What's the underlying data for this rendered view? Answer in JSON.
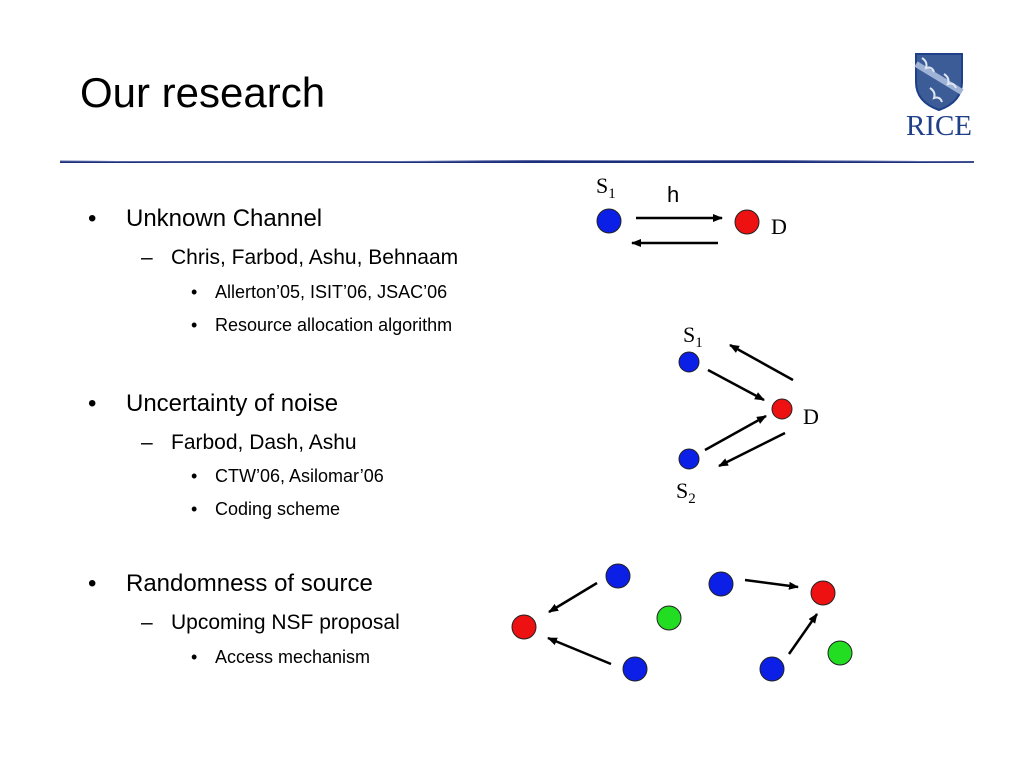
{
  "slide": {
    "title": "Our research",
    "logo": {
      "text": "RICE",
      "icon": "rice-shield-icon"
    }
  },
  "bullet_marks": {
    "level1": "•",
    "level2": "–",
    "level3": "•"
  },
  "sections": [
    {
      "heading": "Unknown Channel",
      "people": "Chris, Farbod, Ashu, Behnaam",
      "items": [
        "Allerton’05, ISIT’06, JSAC’06",
        "Resource allocation algorithm"
      ]
    },
    {
      "heading": "Uncertainty of noise",
      "people": "Farbod, Dash, Ashu",
      "items": [
        "CTW’06, Asilomar’06",
        "Coding scheme"
      ]
    },
    {
      "heading": "Randomness of source",
      "people": "Upcoming NSF proposal",
      "items": [
        "Access mechanism"
      ]
    }
  ],
  "diagrams": {
    "single_link": {
      "source": "S",
      "source_sub": "1",
      "dest": "D",
      "channel": "h"
    },
    "two_source": {
      "source1": "S",
      "source1_sub": "1",
      "source2": "S",
      "source2_sub": "2",
      "dest": "D"
    }
  },
  "colors": {
    "source_node": "#0b1fe6",
    "dest_node": "#ee1111",
    "relay_node": "#22dd22",
    "logo_blue": "#1f3f88",
    "rule_blue": "#1e2f7a"
  }
}
